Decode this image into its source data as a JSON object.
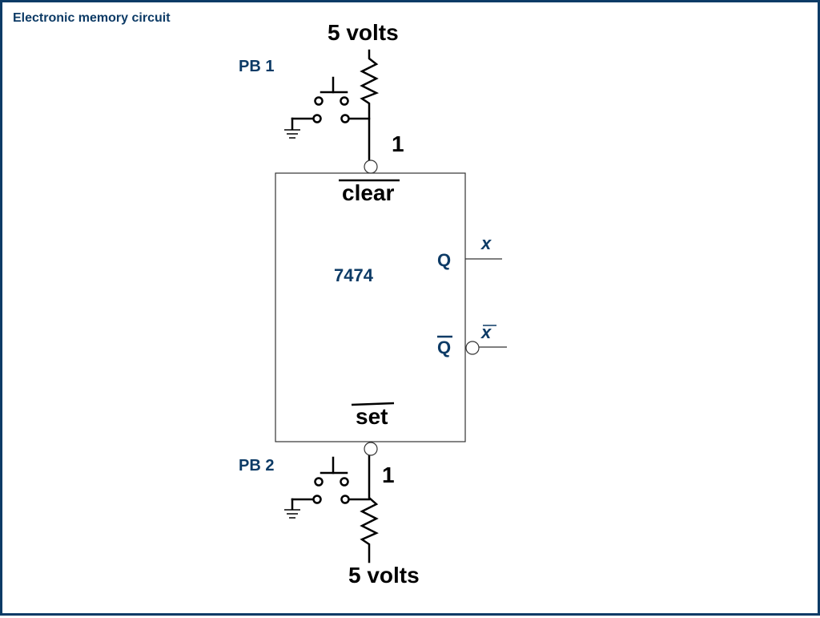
{
  "slide": {
    "title": "Electronic memory circuit"
  },
  "circuit": {
    "supply_top": "5 volts",
    "supply_bottom": "5 volts",
    "pb1_label": "PB 1",
    "pb2_label": "PB 2",
    "clear_level": "1",
    "set_level": "1",
    "chip": {
      "name": "7474",
      "clear_label": "clear",
      "set_label": "set",
      "q_label": "Q",
      "qbar_label": "Q"
    },
    "output_q": "x",
    "output_qbar": "x"
  },
  "colors": {
    "border": "#0d3b66",
    "label_blue": "#0d3b66",
    "line": "#000000"
  }
}
